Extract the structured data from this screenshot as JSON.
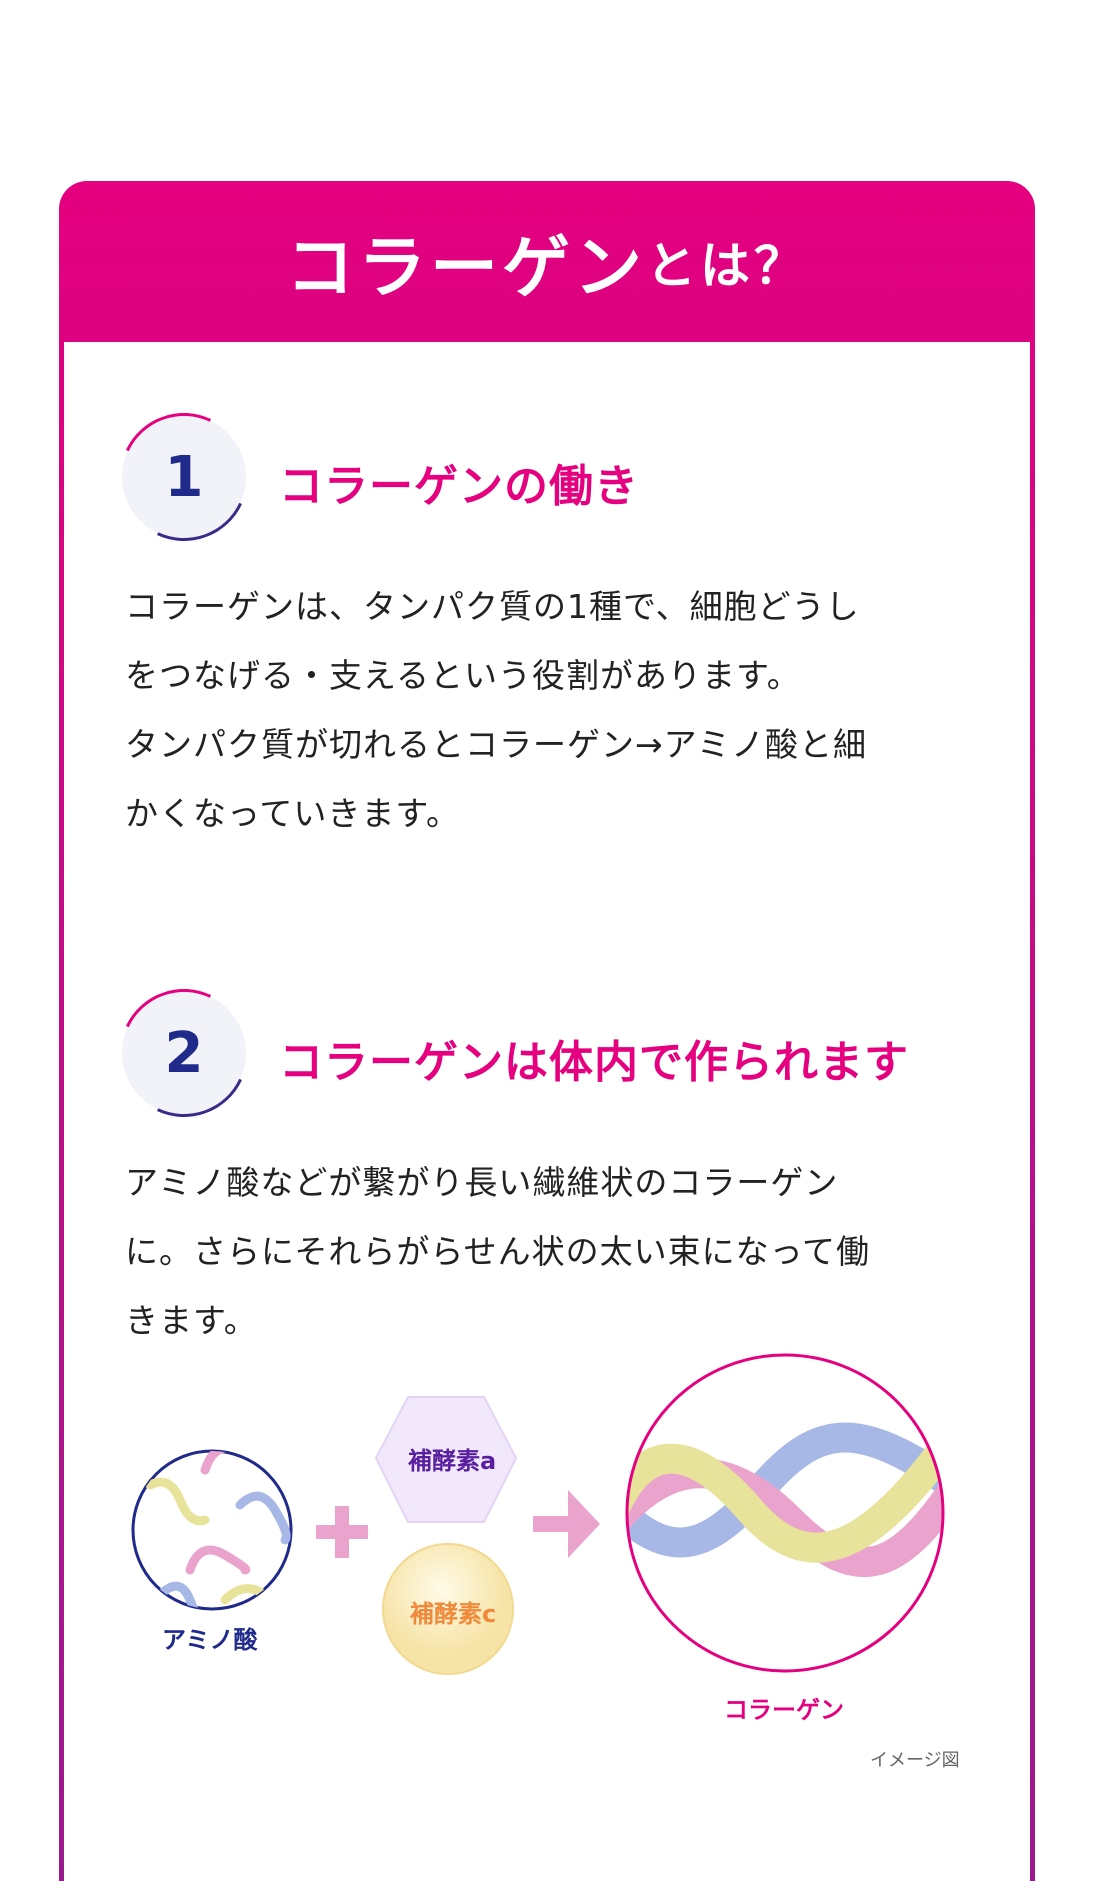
{
  "header": {
    "title_main": "コラーゲン",
    "title_suffix": "とは？"
  },
  "sections": [
    {
      "number": "1",
      "heading": "コラーゲンの働き",
      "lines": [
        "コラーゲンは、タンパク質の1種で、細胞どうし",
        "をつなげる・支えるという役割があります。",
        "タンパク質が切れるとコラーゲン→アミノ酸と細",
        "かくなっていきます。"
      ]
    },
    {
      "number": "2",
      "heading": "コラーゲンは体内で作られます",
      "lines": [
        "アミノ酸などが繋がり長い繊維状のコラーゲン",
        "に。さらにそれらがらせん状の太い束になって働",
        "きます。"
      ]
    }
  ],
  "diagram": {
    "amino_label": "アミノ酸",
    "coenzyme_a": "補酵素a",
    "coenzyme_c": "補酵素c",
    "collagen_label": "コラーゲン",
    "caption": "イメージ図"
  },
  "colors": {
    "accent": "#e4007f",
    "navy": "#1f2a8a"
  }
}
